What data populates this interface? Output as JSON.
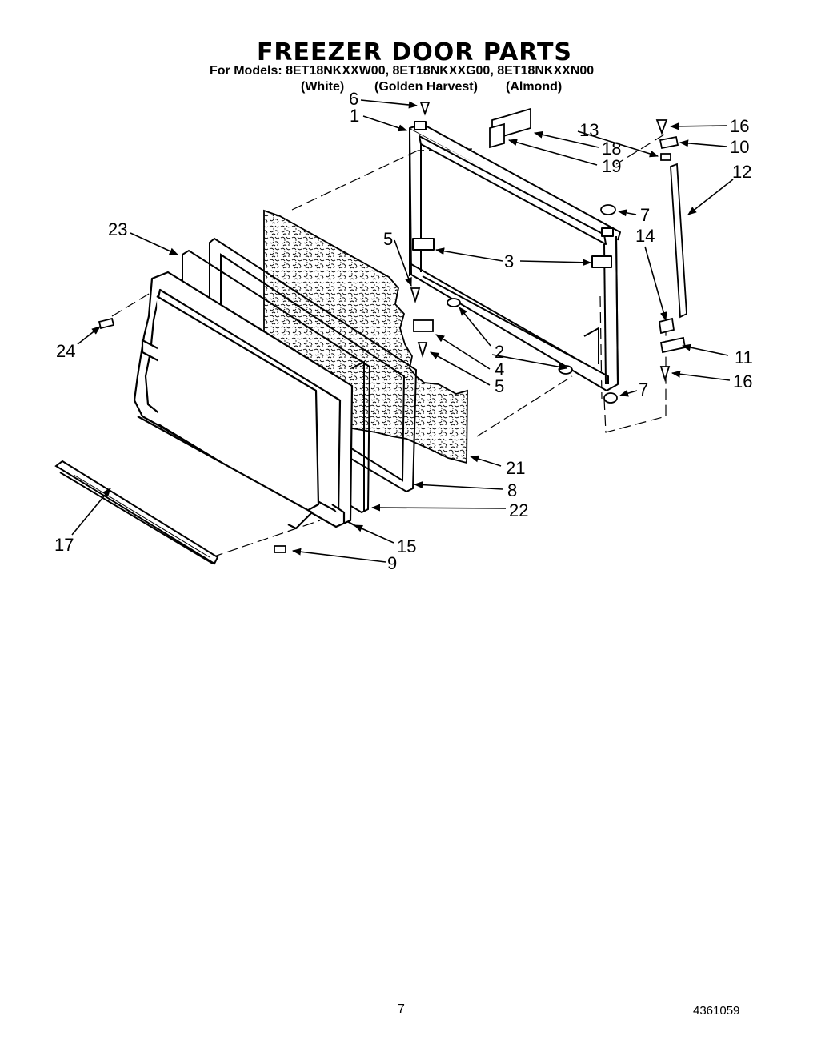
{
  "header": {
    "title": "FREEZER DOOR PARTS",
    "models_line": "For Models: 8ET18NKXXW00, 8ET18NKXXG00, 8ET18NKXXN00",
    "variants": [
      "(White)",
      "(Golden Harvest)",
      "(Almond)"
    ]
  },
  "callouts": {
    "c1": "1",
    "c2": "2",
    "c3": "3",
    "c4": "4",
    "c5a": "5",
    "c5b": "5",
    "c6": "6",
    "c7a": "7",
    "c7b": "7",
    "c8": "8",
    "c9": "9",
    "c10": "10",
    "c11": "11",
    "c12": "12",
    "c13": "13",
    "c14": "14",
    "c15": "15",
    "c16a": "16",
    "c16b": "16",
    "c17": "17",
    "c18": "18",
    "c19": "19",
    "c21": "21",
    "c22": "22",
    "c23": "23",
    "c24": "24"
  },
  "footer": {
    "page_number": "7",
    "document_number": "4361059"
  },
  "colors": {
    "line": "#000000",
    "background": "#ffffff"
  }
}
